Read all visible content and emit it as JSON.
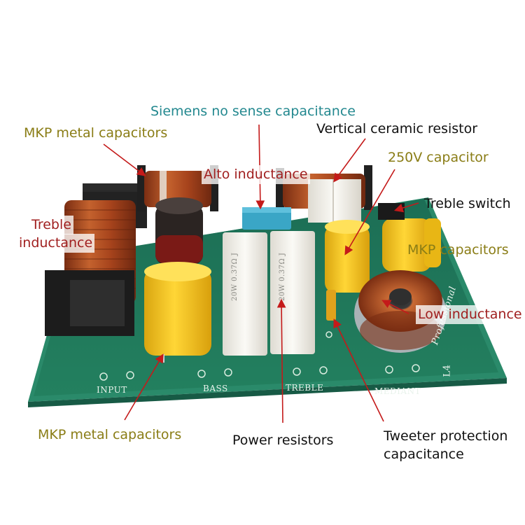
{
  "photo": {
    "colors": {
      "background": "#ffffff",
      "pcb_green": "#1f7a5e",
      "pcb_edge": "#2f8e6e",
      "copper": "#b8552a",
      "capacitor_yellow": "#f3c21a",
      "resistor_white": "#f2f0ea",
      "electrolytic_black": "#2b2422",
      "teal_capacitor": "#3aa6c6"
    },
    "board_silkscreen": {
      "input": "INPUT",
      "bass": "BASS",
      "treble": "TREBLE",
      "mediant": "MEDIANT",
      "brand": "Professional",
      "model": "L4",
      "resistor_marking": "20W 0.37Ω J"
    }
  },
  "callouts": {
    "siemens": "Siemens no sense capacitance",
    "mkp_metal_top": "MKP metal capacitors",
    "vertical_resistor": "Vertical ceramic resistor",
    "v250_capacitor": "250V capacitor",
    "alto_inductance": "Alto inductance",
    "treble_switch": "Treble switch",
    "treble_inductance_line1": "Treble",
    "treble_inductance_line2": "inductance",
    "mkp_capacitors": "MKP capacitors",
    "low_inductance": "Low inductance",
    "mkp_metal_bottom": "MKP metal capacitors",
    "power_resistors": "Power resistors",
    "tweeter_line1": "Tweeter protection",
    "tweeter_line2": "capacitance"
  }
}
